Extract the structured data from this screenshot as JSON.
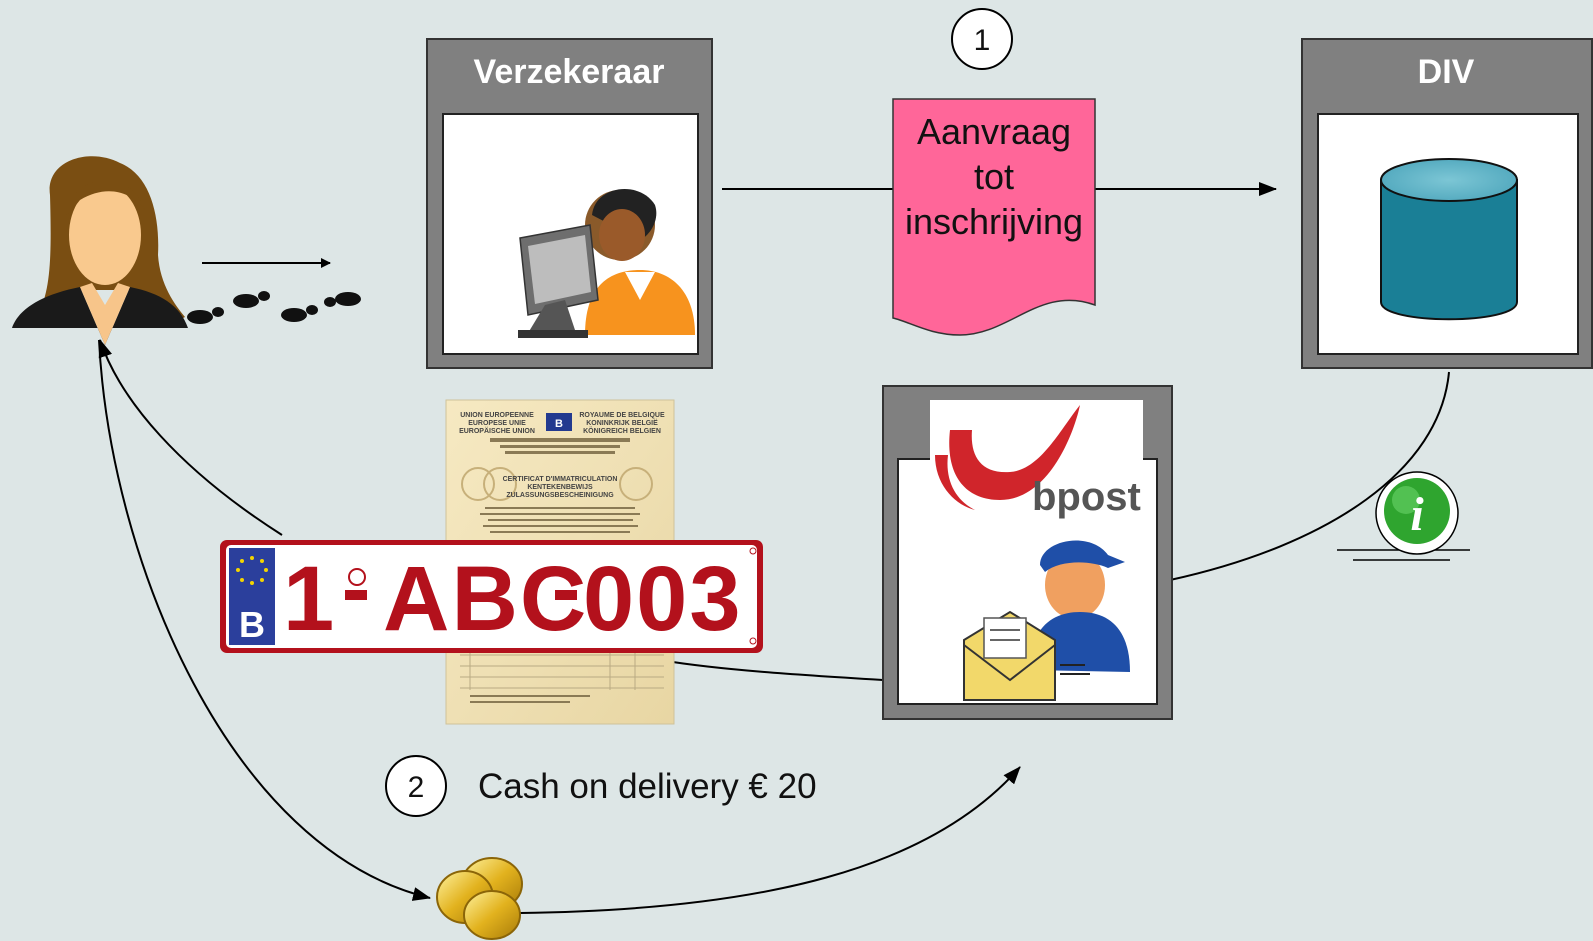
{
  "boxes": {
    "insurer_title": "Verzekeraar",
    "div_title": "DIV"
  },
  "document": {
    "line1": "Aanvraag",
    "line2": "tot",
    "line3": "inschrijving"
  },
  "steps": {
    "step1": "1",
    "step2": "2"
  },
  "payment": {
    "label": "Cash on delivery € 20"
  },
  "plate": {
    "country": "B",
    "number_part1": "1",
    "number_part2": "ABC",
    "number_part3": "003"
  },
  "bpost": {
    "logo_text": "bpost"
  },
  "certificate": {
    "header_left": "UNION EUROPEENNE",
    "header_left2": "EUROPESE UNIE",
    "header_left3": "EUROPÄISCHE UNION",
    "header_right": "ROYAUME DE BELGIQUE",
    "header_right2": "KONINKRIJK BELGIË",
    "header_right3": "KÖNIGREICH BELGIEN",
    "title1": "CERTIFICAT D'IMMATRICULATION",
    "title2": "KENTEKENBEWIJS",
    "title3": "ZULASSUNGSBESCHEINIGUNG"
  },
  "colors": {
    "background": "#dde6e6",
    "box_frame": "#808080",
    "document_fill": "#ff6699",
    "database_fill": "#1a7f96",
    "plate_red": "#b3111c",
    "info_green": "#2fa52f"
  }
}
